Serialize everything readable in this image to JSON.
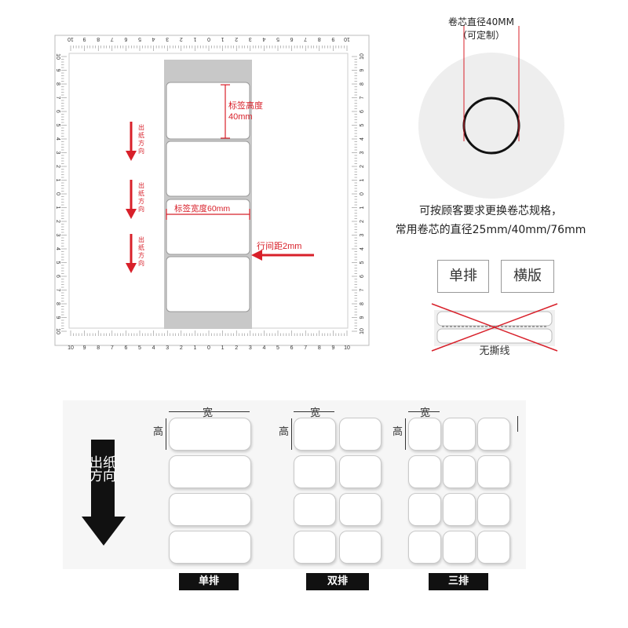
{
  "ruler_numbers": [
    "10",
    "9",
    "8",
    "7",
    "6",
    "5",
    "4",
    "3",
    "2",
    "1",
    "0",
    "1",
    "2",
    "3",
    "4",
    "5",
    "6",
    "7",
    "8",
    "9",
    "10"
  ],
  "diagram_labels": {
    "label_height": "标签高度",
    "label_height_value": "40mm",
    "label_width": "标签宽度60mm",
    "row_gap": "行间距2mm",
    "paper_direction": "出纸方向"
  },
  "roll": {
    "title": "卷芯直径40MM",
    "subtitle": "（可定制）"
  },
  "notes": {
    "line1": "可按顾客要求更换卷芯规格，",
    "line2": "常用卷芯的直径25mm/40mm/76mm"
  },
  "tags": {
    "single_row": "单排",
    "horizontal": "横版"
  },
  "no_tear_label": "无撕线",
  "layouts": {
    "width": "宽",
    "height": "高",
    "direction": "出纸方向",
    "captions": [
      "单排",
      "双排",
      "三排"
    ]
  },
  "colors": {
    "accent_red": "#d8202a",
    "ruler_bg": "#dcdcdc"
  }
}
